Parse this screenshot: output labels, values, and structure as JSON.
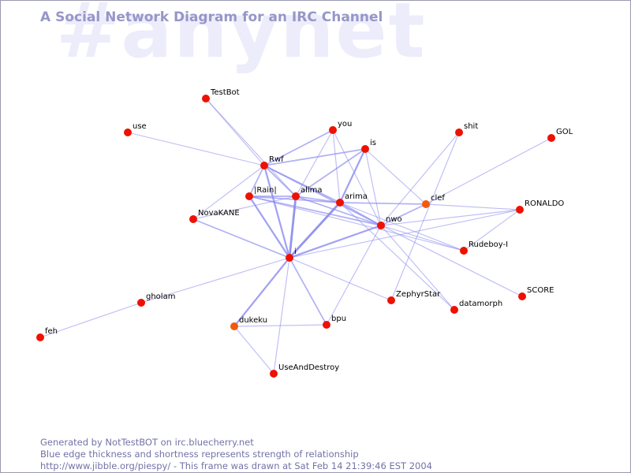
{
  "watermark": "#anynet",
  "title": "A Social Network Diagram for an IRC Channel",
  "colors": {
    "edge": "#8c8cf0",
    "node_red": "#ee1100",
    "node_orange": "#f25a0a",
    "text": "#000000",
    "footer": "#7272a8"
  },
  "nodes": [
    {
      "id": "TestBot",
      "color": "red"
    },
    {
      "id": "use",
      "color": "red"
    },
    {
      "id": "you",
      "color": "red"
    },
    {
      "id": "shit",
      "color": "red"
    },
    {
      "id": "GOL",
      "color": "red"
    },
    {
      "id": "is",
      "color": "red"
    },
    {
      "id": "Rwf",
      "color": "red"
    },
    {
      "id": "|Rain|",
      "color": "red"
    },
    {
      "id": "alima",
      "color": "red"
    },
    {
      "id": "arima",
      "color": "red"
    },
    {
      "id": "clef",
      "color": "orange"
    },
    {
      "id": "RONALDO",
      "color": "red"
    },
    {
      "id": "NovaKANE",
      "color": "red"
    },
    {
      "id": "nwo",
      "color": "red"
    },
    {
      "id": "Rudeboy-I",
      "color": "red"
    },
    {
      "id": "i",
      "color": "red"
    },
    {
      "id": "SCORE",
      "color": "red"
    },
    {
      "id": "ZephyrStar",
      "color": "red"
    },
    {
      "id": "datamorph",
      "color": "red"
    },
    {
      "id": "gholam",
      "color": "red"
    },
    {
      "id": "dukeku",
      "color": "orange"
    },
    {
      "id": "bpu",
      "color": "red"
    },
    {
      "id": "feh",
      "color": "red"
    },
    {
      "id": "UseAndDestroy",
      "color": "red"
    }
  ],
  "edges": [
    [
      "TestBot",
      "Rwf",
      1
    ],
    [
      "TestBot",
      "alima",
      1
    ],
    [
      "use",
      "Rwf",
      1
    ],
    [
      "you",
      "Rwf",
      2
    ],
    [
      "you",
      "alima",
      1
    ],
    [
      "you",
      "arima",
      1
    ],
    [
      "you",
      "nwo",
      1
    ],
    [
      "shit",
      "nwo",
      1
    ],
    [
      "shit",
      "ZephyrStar",
      1
    ],
    [
      "GOL",
      "clef",
      1
    ],
    [
      "is",
      "Rwf",
      2
    ],
    [
      "is",
      "alima",
      2
    ],
    [
      "is",
      "arima",
      3
    ],
    [
      "is",
      "nwo",
      1
    ],
    [
      "is",
      "clef",
      1
    ],
    [
      "Rwf",
      "|Rain|",
      2
    ],
    [
      "Rwf",
      "alima",
      2
    ],
    [
      "Rwf",
      "arima",
      2
    ],
    [
      "Rwf",
      "nwo",
      2
    ],
    [
      "Rwf",
      "i",
      3
    ],
    [
      "Rwf",
      "NovaKANE",
      1
    ],
    [
      "|Rain|",
      "alima",
      2
    ],
    [
      "|Rain|",
      "arima",
      2
    ],
    [
      "|Rain|",
      "nwo",
      2
    ],
    [
      "|Rain|",
      "i",
      3
    ],
    [
      "|Rain|",
      "Rudeboy-I",
      1
    ],
    [
      "alima",
      "arima",
      2
    ],
    [
      "alima",
      "nwo",
      2
    ],
    [
      "alima",
      "i",
      4
    ],
    [
      "alima",
      "NovaKANE",
      1
    ],
    [
      "arima",
      "nwo",
      2
    ],
    [
      "arima",
      "clef",
      2
    ],
    [
      "arima",
      "i",
      4
    ],
    [
      "arima",
      "datamorph",
      1
    ],
    [
      "arima",
      "Rudeboy-I",
      1
    ],
    [
      "clef",
      "nwo",
      2
    ],
    [
      "clef",
      "RONALDO",
      1
    ],
    [
      "RONALDO",
      "nwo",
      1
    ],
    [
      "RONALDO",
      "Rudeboy-I",
      1
    ],
    [
      "RONALDO",
      "i",
      1
    ],
    [
      "nwo",
      "i",
      3
    ],
    [
      "nwo",
      "Rudeboy-I",
      1
    ],
    [
      "nwo",
      "SCORE",
      1
    ],
    [
      "nwo",
      "datamorph",
      1
    ],
    [
      "nwo",
      "bpu",
      1
    ],
    [
      "NovaKANE",
      "i",
      2
    ],
    [
      "i",
      "gholam",
      1
    ],
    [
      "i",
      "dukeku",
      3
    ],
    [
      "i",
      "bpu",
      2
    ],
    [
      "i",
      "UseAndDestroy",
      1
    ],
    [
      "i",
      "ZephyrStar",
      1
    ],
    [
      "gholam",
      "feh",
      1
    ],
    [
      "dukeku",
      "bpu",
      1
    ],
    [
      "dukeku",
      "UseAndDestroy",
      1
    ]
  ],
  "footer": {
    "line1": "Generated by NotTestBOT on irc.bluecherry.net",
    "line2": "Blue edge thickness and shortness represents strength of relationship",
    "line3": "http://www.jibble.org/piespy/ - This frame was drawn at Sat Feb 14 21:39:46 EST 2004"
  }
}
